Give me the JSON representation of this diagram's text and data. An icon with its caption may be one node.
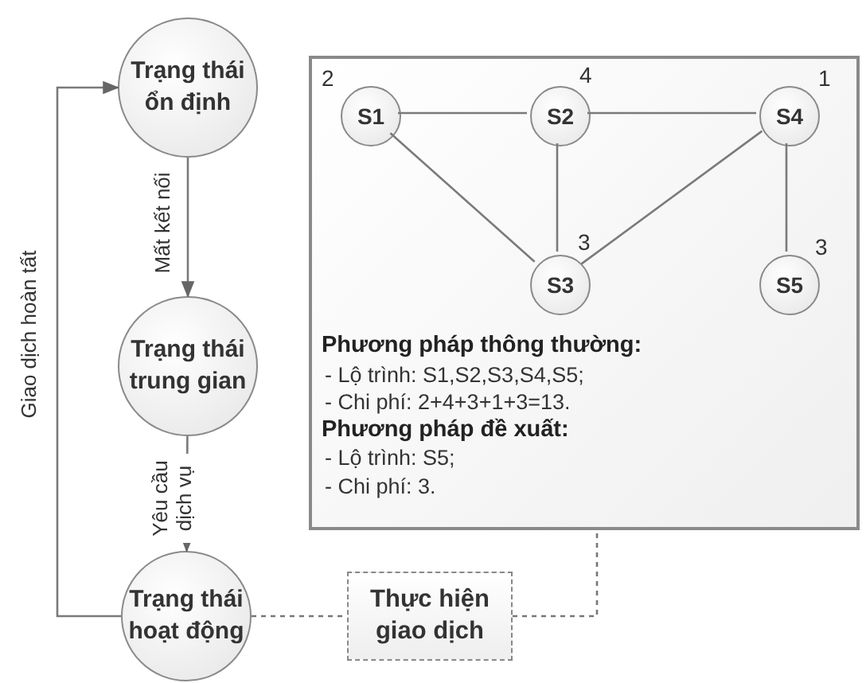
{
  "diagram": {
    "nodes": [
      {
        "text": [
          "Trạng thái ổn định"
        ]
      },
      {
        "text": [
          "Trạng thái trung gian"
        ]
      },
      {
        "text": [
          "Trạng thái hoạt động"
        ]
      },
      {
        "text": [
          "Phương pháp thông thường:",
          "- Lộ trình: S1,S2,S3,S4,S5;",
          "- Chi phí: 2+4+3+1+3=13.",
          "Phương pháp đề xuất:",
          "- Lộ trình: S5;",
          "- Chi phí: 3."
        ]
      },
      {
        "text": [
          "S1"
        ],
        "in": 3,
        "beside": [
          "2"
        ]
      },
      {
        "text": [
          "S2"
        ],
        "in": 3,
        "beside": [
          "4"
        ]
      },
      {
        "text": [
          "S3"
        ],
        "in": 3,
        "beside": [
          "3"
        ]
      },
      {
        "text": [
          "S4"
        ],
        "in": 3,
        "beside": [
          "1"
        ]
      },
      {
        "text": [
          "S5"
        ],
        "in": 3,
        "beside": [
          "3"
        ]
      },
      {
        "text": [
          "Thực hiện giao dịch"
        ]
      }
    ],
    "edges": [
      {
        "from": 0,
        "to": 1,
        "arrow": "to",
        "label": "Mất kết nối"
      },
      {
        "from": 1,
        "to": 2,
        "arrow": "to",
        "label": "Yêu cầu dịch vụ"
      },
      {
        "from": 2,
        "to": 0,
        "arrow": "to",
        "label": "Giao dịch hoàn tất"
      },
      {
        "from": 4,
        "to": 5,
        "arrow": "none"
      },
      {
        "from": 5,
        "to": 7,
        "arrow": "none"
      },
      {
        "from": 4,
        "to": 6,
        "arrow": "none"
      },
      {
        "from": 5,
        "to": 6,
        "arrow": "none"
      },
      {
        "from": 6,
        "to": 7,
        "arrow": "none"
      },
      {
        "from": 7,
        "to": 8,
        "arrow": "none"
      },
      {
        "from": 2,
        "to": 9,
        "arrow": "none",
        "style": "dashed"
      },
      {
        "from": 9,
        "to": 3,
        "arrow": "none",
        "style": "dashed"
      }
    ]
  }
}
